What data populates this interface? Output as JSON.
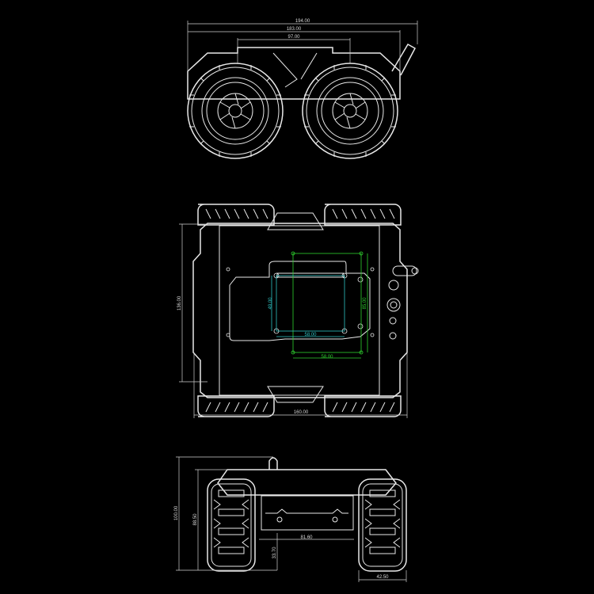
{
  "colors": {
    "background": "#000000",
    "lines": "#e8e8e8",
    "pi_mount": "#2fd12f",
    "board_holes": "#2ec4c4"
  },
  "front_view": {
    "dim_overall_width": "194.00",
    "dim_body_width": "183.00",
    "dim_wheel_spacing": "97.00"
  },
  "top_view": {
    "dim_plate_length": "136.00",
    "dim_overall_width": "160.00",
    "dim_board_hole_height": "49.00",
    "dim_board_hole_width": "58.00",
    "dim_mount_height": "85.00",
    "dim_mount_width": "58.00"
  },
  "side_view": {
    "dim_overall_height": "100.00",
    "dim_body_height": "88.50",
    "dim_ground_clearance": "33.70",
    "dim_track_inner": "81.60",
    "dim_wheel_width": "42.50"
  }
}
